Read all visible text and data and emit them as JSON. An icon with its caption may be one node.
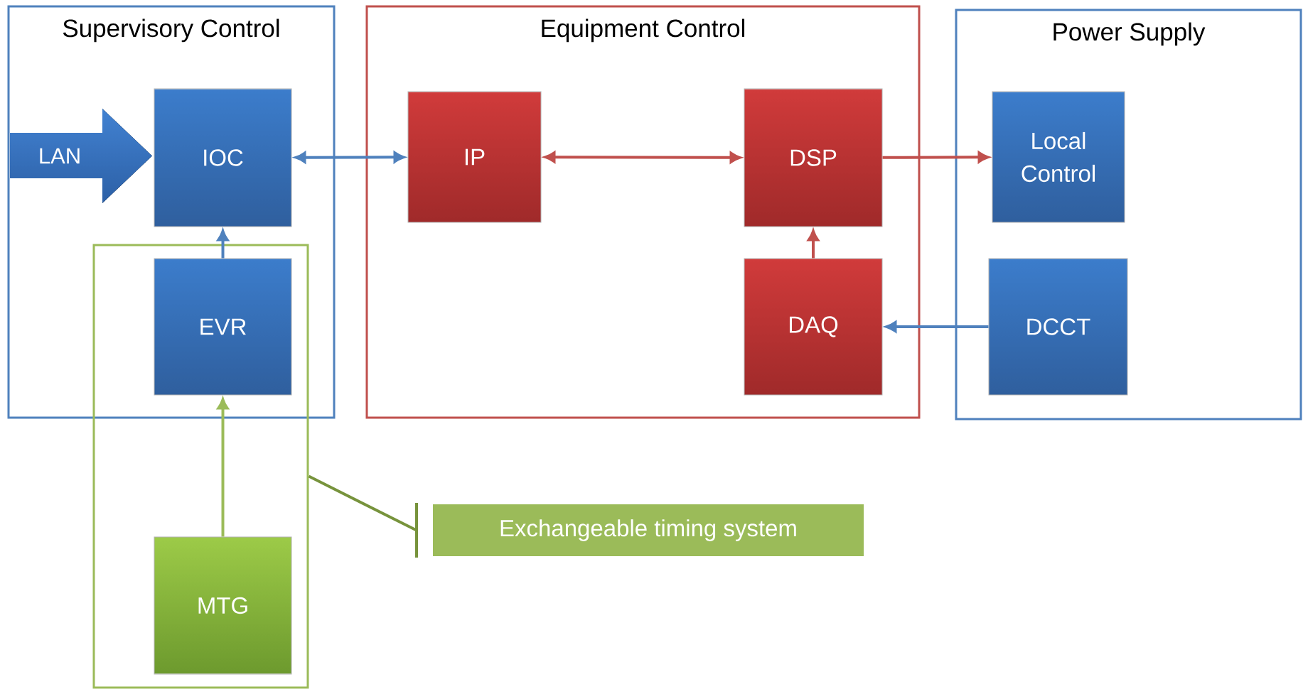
{
  "diagram": {
    "nodes": [
      {
        "text": [
          "Supervisory Control"
        ]
      },
      {
        "text": [
          "LAN"
        ],
        "in": 0
      },
      {
        "text": [
          "IOC"
        ],
        "in": 0
      },
      {
        "text": [],
        "shape": "box"
      },
      {
        "text": [
          "EVR"
        ]
      },
      {
        "text": [
          "MTG"
        ],
        "in": 3
      },
      {
        "text": [
          "Equipment Control"
        ]
      },
      {
        "text": [
          "IP"
        ],
        "in": 6
      },
      {
        "text": [
          "DSP"
        ],
        "in": 6
      },
      {
        "text": [
          "DAQ"
        ],
        "in": 6
      },
      {
        "text": [
          "Power Supply"
        ]
      },
      {
        "text": [
          "Local Control"
        ],
        "in": 10
      },
      {
        "text": [
          "DCCT"
        ],
        "in": 10
      },
      {
        "text": [
          "Exchangeable timing system"
        ]
      }
    ],
    "edges": [
      {
        "from": 2,
        "to": 7,
        "arrow": "both",
        "color": "#4f81bd"
      },
      {
        "from": 7,
        "to": 8,
        "arrow": "both",
        "color": "#c0504d"
      },
      {
        "from": 8,
        "to": 11,
        "arrow": "to",
        "color": "#c0504d"
      },
      {
        "from": 9,
        "to": 8,
        "arrow": "to",
        "color": "#c0504d"
      },
      {
        "from": 12,
        "to": 9,
        "arrow": "to",
        "color": "#4f81bd"
      },
      {
        "from": 4,
        "to": 2,
        "arrow": "to",
        "color": "#4f81bd"
      },
      {
        "from": 5,
        "to": 4,
        "arrow": "to",
        "color": "#9bbb59"
      },
      {
        "from": 13,
        "to": 3,
        "arrow": "none",
        "color": "#77933c"
      }
    ]
  }
}
